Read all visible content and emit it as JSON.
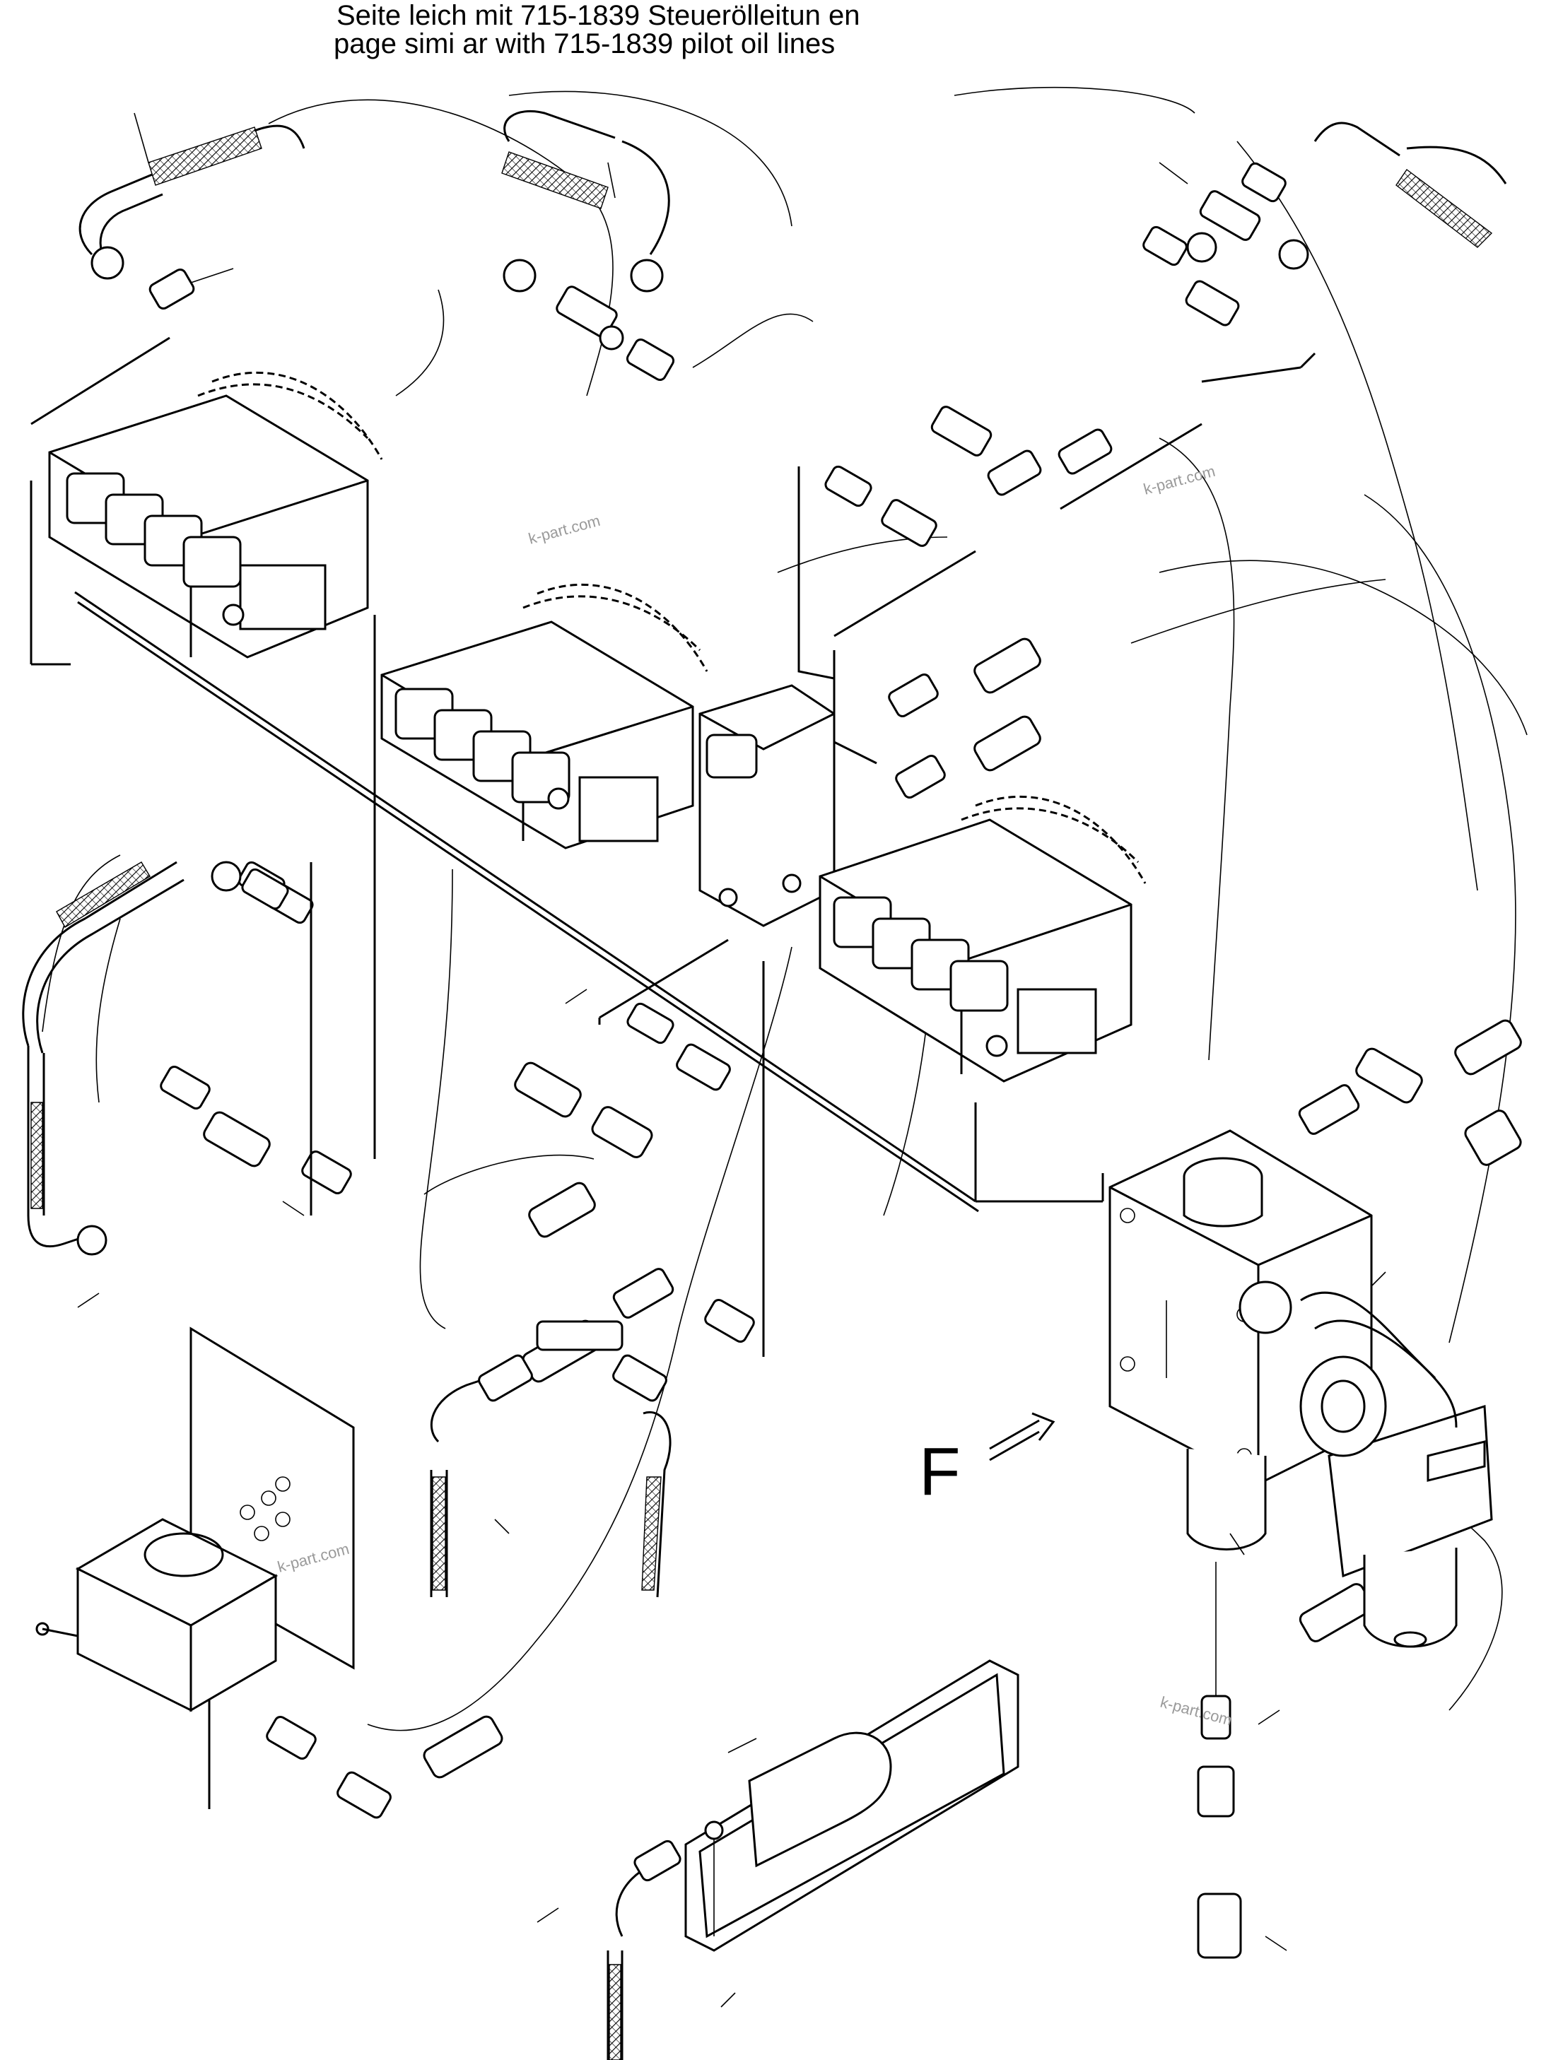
{
  "header": {
    "line_de": "Seite   leich mit 715-1839 Steuerölleitun  en",
    "line_en": "page simi ar with 715-1839 pilot oil lines"
  },
  "view_label": "F",
  "watermarks": [
    "k-part.com",
    "k-part.com",
    "k-part.com",
    "k-part.com"
  ],
  "colors": {
    "ink": "#000000",
    "paper": "#ffffff",
    "watermark": "#9a9a9a"
  },
  "icons": {
    "valve": "solenoid-valve-bank-icon",
    "fitting": "hose-fitting-icon",
    "filter": "pressure-filter-icon",
    "arrow": "view-arrow-icon"
  }
}
